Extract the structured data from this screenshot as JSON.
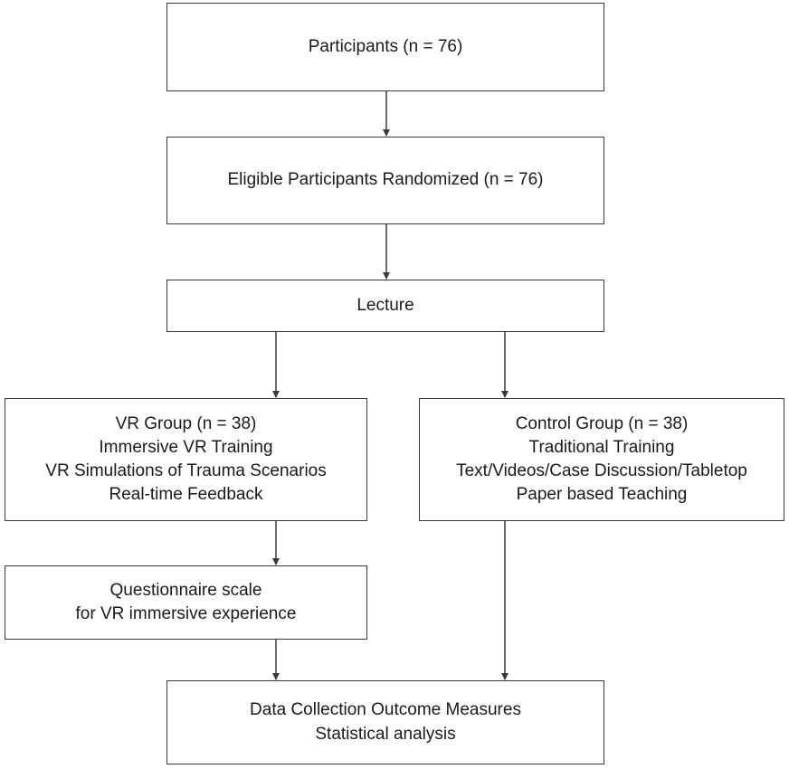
{
  "flowchart": {
    "participants": {
      "lines": [
        "Participants  (n = 76)"
      ]
    },
    "randomized": {
      "lines": [
        "Eligible Participants Randomized (n = 76)"
      ]
    },
    "lecture": {
      "lines": [
        "Lecture"
      ]
    },
    "vr_group": {
      "lines": [
        "VR Group (n = 38)",
        "Immersive VR Training",
        "VR Simulations of Trauma Scenarios",
        "Real-time Feedback"
      ]
    },
    "control_group": {
      "lines": [
        "Control Group (n = 38)",
        "Traditional Training",
        "Text/Videos/Case Discussion/Tabletop",
        "Paper based Teaching"
      ]
    },
    "questionnaire": {
      "lines": [
        "Questionnaire scale",
        "for VR immersive experience"
      ]
    },
    "data_collection": {
      "lines": [
        "Data Collection Outcome Measures",
        "Statistical analysis"
      ]
    }
  }
}
